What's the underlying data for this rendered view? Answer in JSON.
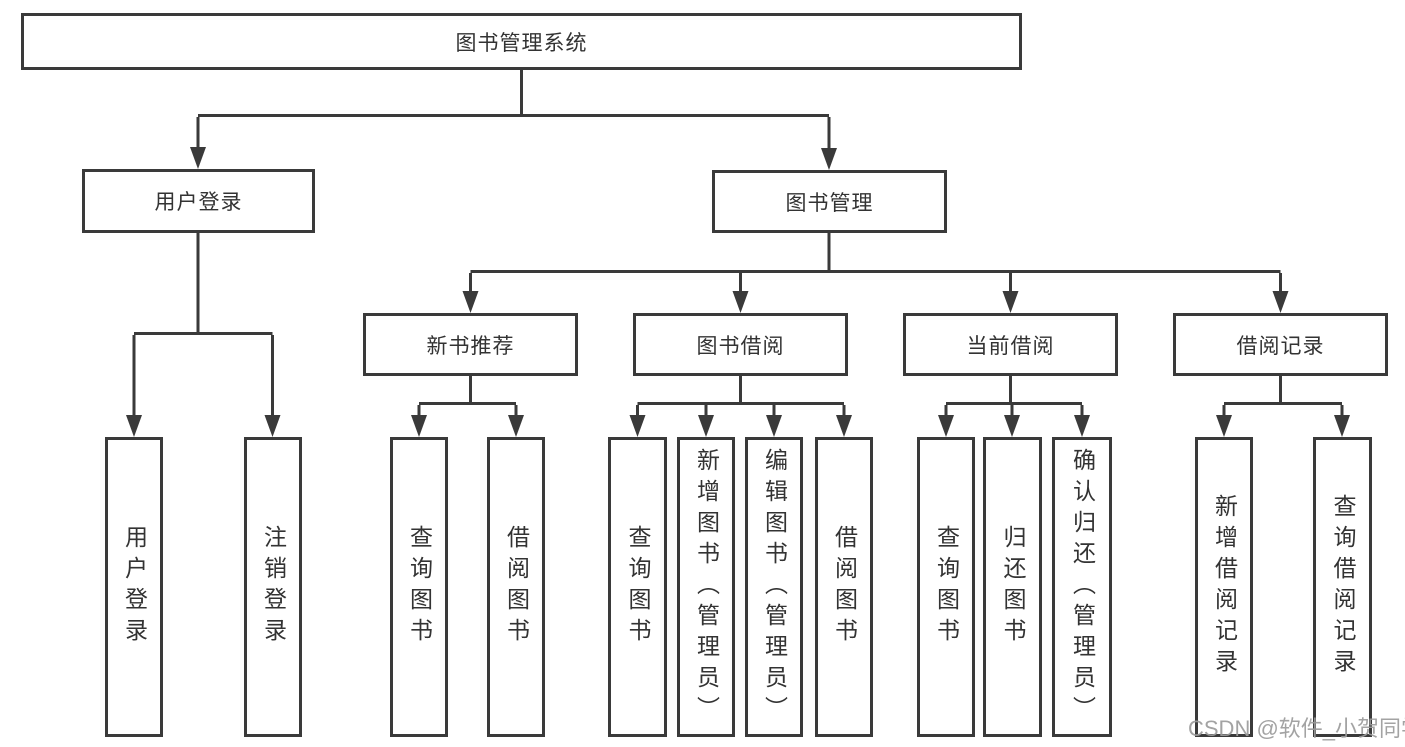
{
  "diagram_title": "图书管理系统",
  "colors": {
    "line": "#3a3a3a",
    "box_border": "#3a3a3a",
    "text": "#333333",
    "background": "#ffffff",
    "watermark": "#9c9c9c"
  },
  "hierarchy": {
    "label": "图书管理系统",
    "children": [
      {
        "label": "用户登录",
        "children": [
          {
            "label": "用户登录"
          },
          {
            "label": "注销登录"
          }
        ]
      },
      {
        "label": "图书管理",
        "children": [
          {
            "label": "新书推荐",
            "children": [
              {
                "label": "查询图书"
              },
              {
                "label": "借阅图书"
              }
            ]
          },
          {
            "label": "图书借阅",
            "children": [
              {
                "label": "查询图书"
              },
              {
                "label": "新增图书（管理员）"
              },
              {
                "label": "编辑图书（管理员）"
              },
              {
                "label": "借阅图书"
              }
            ]
          },
          {
            "label": "当前借阅",
            "children": [
              {
                "label": "查询图书"
              },
              {
                "label": "归还图书"
              },
              {
                "label": "确认归还（管理员）"
              }
            ]
          },
          {
            "label": "借阅记录",
            "children": [
              {
                "label": "新增借阅记录"
              },
              {
                "label": "查询借阅记录"
              }
            ]
          }
        ]
      }
    ]
  },
  "watermark": {
    "text": "CSDN @软件_小贺同学"
  }
}
